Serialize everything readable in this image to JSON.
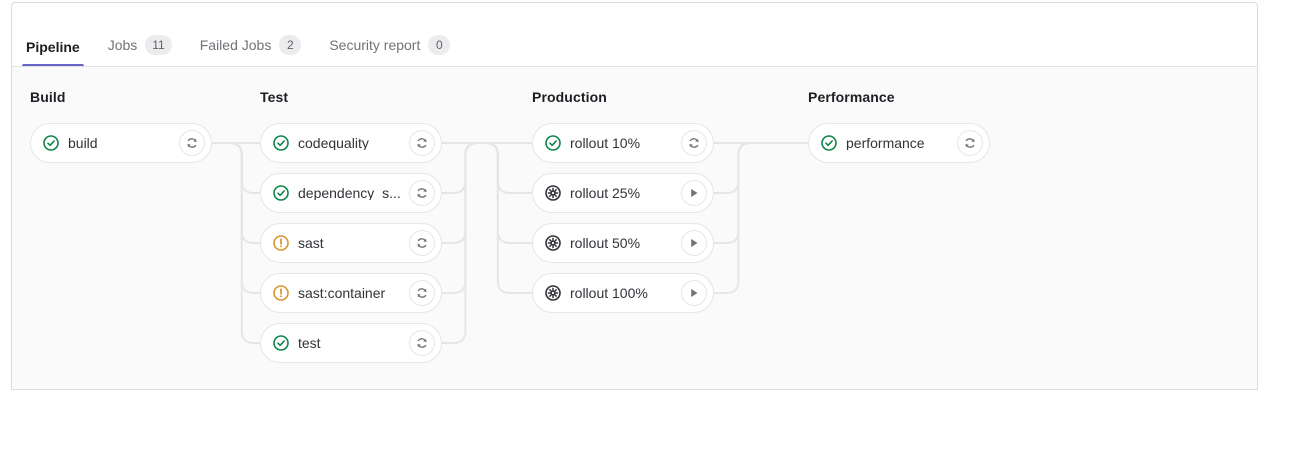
{
  "tabs": [
    {
      "label": "Pipeline",
      "badge": null,
      "active": true,
      "name": "tab-pipeline"
    },
    {
      "label": "Jobs",
      "badge": "11",
      "active": false,
      "name": "tab-jobs"
    },
    {
      "label": "Failed Jobs",
      "badge": "2",
      "active": false,
      "name": "tab-failed-jobs"
    },
    {
      "label": "Security report",
      "badge": "0",
      "active": false,
      "name": "tab-security-report"
    }
  ],
  "colors": {
    "accent": "#6666c4",
    "success": "#108548",
    "warning": "#d99530",
    "manual": "#333238",
    "panel_bg": "#fafafa",
    "card_bg": "#ffffff",
    "border": "#dcdcde",
    "line": "#e6e6e8"
  },
  "pipeline": {
    "stages": [
      {
        "title": "Build",
        "jobs": [
          {
            "name": "build",
            "status": "success",
            "action": "retry"
          }
        ]
      },
      {
        "title": "Test",
        "jobs": [
          {
            "name": "codequality",
            "status": "success",
            "action": "retry"
          },
          {
            "name": "dependency_s...",
            "status": "success",
            "action": "retry"
          },
          {
            "name": "sast",
            "status": "warning",
            "action": "retry"
          },
          {
            "name": "sast:container",
            "status": "warning",
            "action": "retry"
          },
          {
            "name": "test",
            "status": "success",
            "action": "retry"
          }
        ]
      },
      {
        "title": "Production",
        "jobs": [
          {
            "name": "rollout 10%",
            "status": "success",
            "action": "retry"
          },
          {
            "name": "rollout 25%",
            "status": "manual",
            "action": "play"
          },
          {
            "name": "rollout 50%",
            "status": "manual",
            "action": "play"
          },
          {
            "name": "rollout 100%",
            "status": "manual",
            "action": "play"
          }
        ]
      },
      {
        "title": "Performance",
        "jobs": [
          {
            "name": "performance",
            "status": "success",
            "action": "retry"
          }
        ]
      }
    ]
  },
  "icons": {
    "success": "status-success-icon",
    "warning": "status-warning-icon",
    "manual": "status-manual-icon",
    "retry": "retry-icon",
    "play": "play-icon"
  }
}
